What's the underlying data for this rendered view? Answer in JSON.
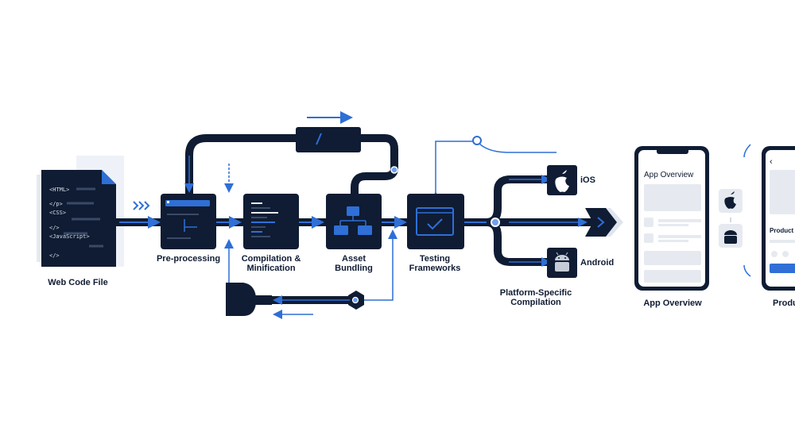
{
  "source": {
    "label": "Web Code File",
    "code_lines": [
      "<HTML>",
      "</p>",
      "<CSS>",
      "</>",
      "<JavaScript>",
      "</>"
    ]
  },
  "stages": [
    {
      "label_line1": "Pre-processing",
      "label_line2": ""
    },
    {
      "label_line1": "Compilation &",
      "label_line2": "Minification"
    },
    {
      "label_line1": "Asset",
      "label_line2": "Bundling"
    },
    {
      "label_line1": "Testing",
      "label_line2": "Frameworks"
    }
  ],
  "platform": {
    "label_line1": "Platform-Specific",
    "label_line2": "Compilation",
    "ios_label": "iOS",
    "android_label": "Android"
  },
  "phones": [
    {
      "screen_title": "App Overview",
      "caption": "App Overview"
    },
    {
      "screen_title": "Product I",
      "caption": "Produ",
      "back_glyph": "‹"
    }
  ],
  "colors": {
    "navy": "#0f1c33",
    "accent": "#2f6fd6",
    "light_panel": "#e6eaf0"
  }
}
